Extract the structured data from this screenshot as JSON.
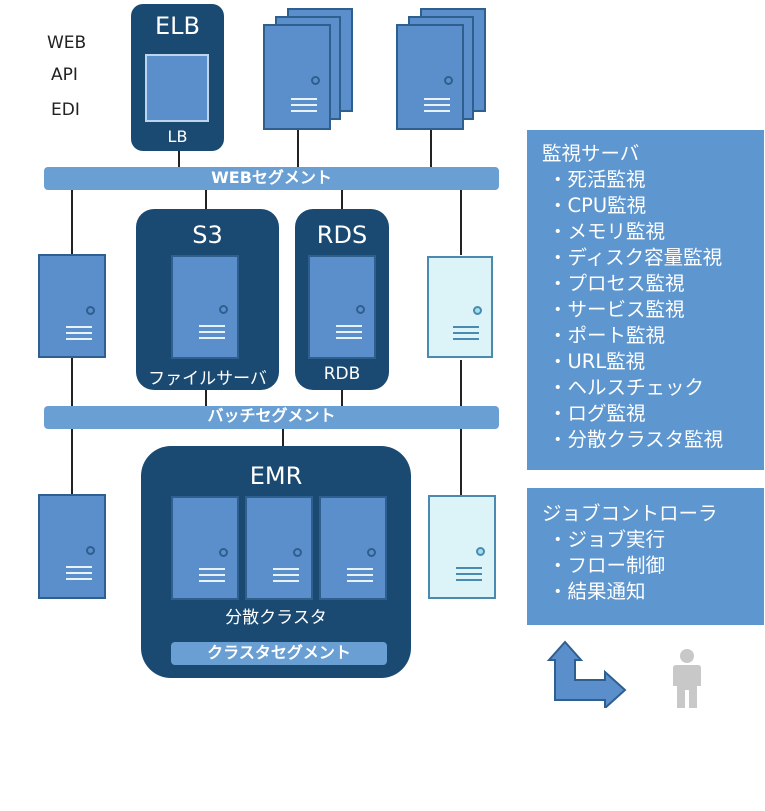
{
  "side_labels": [
    "WEB",
    "API",
    "EDI"
  ],
  "elb": {
    "title": "ELB",
    "sub": "LB"
  },
  "s3": {
    "title": "S3",
    "sub": "ファイルサーバ"
  },
  "rds": {
    "title": "RDS",
    "sub": "RDB"
  },
  "emr": {
    "title": "EMR",
    "sub": "分散クラスタ"
  },
  "segments": {
    "web": "WEBセグメント",
    "batch": "バッチセグメント",
    "cluster": "クラスタセグメント"
  },
  "monitor_panel": {
    "title": "監視サーバ",
    "items": [
      "・死活監視",
      "・CPU監視",
      "・メモリ監視",
      "・ディスク容量監視",
      "・プロセス監視",
      "・サービス監視",
      "・ポート監視",
      "・URL監視",
      "・ヘルスチェック",
      "・ログ監視",
      "・分散クラスタ監視"
    ]
  },
  "job_panel": {
    "title": "ジョブコントローラ",
    "items": [
      "・ジョブ実行",
      "・フロー制御",
      "・結果通知"
    ]
  },
  "icons": {
    "arrow": "bent-arrow-icon",
    "person": "person-icon"
  },
  "colors": {
    "group": "#1a4a72",
    "bar": "#6a9fd4",
    "server": "#5b8fcb",
    "server_light": "#dcf3f8",
    "panel": "#5e96cf"
  }
}
